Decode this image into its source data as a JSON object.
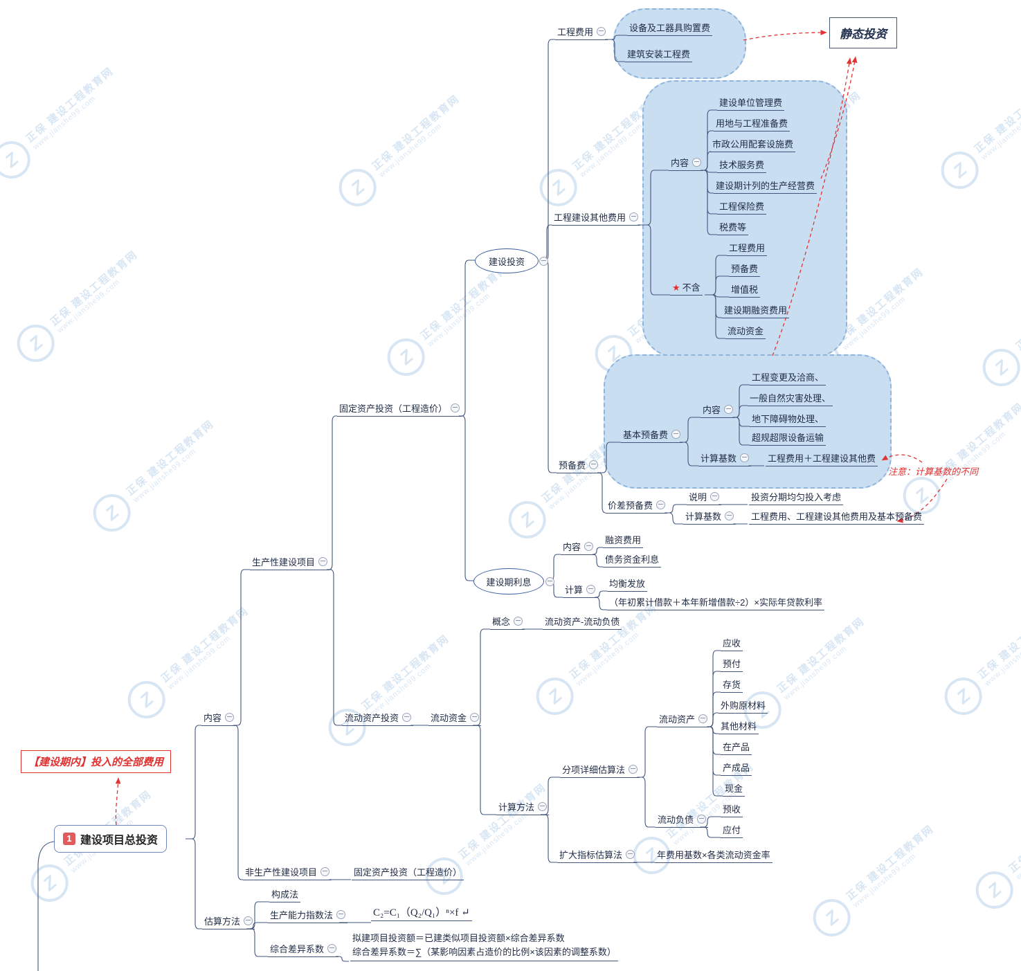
{
  "watermark": {
    "brand": "正保 建设工程教育网",
    "url": "www.jianshe99.com",
    "logo_glyph": "Z"
  },
  "icons": {
    "star": "★"
  },
  "annotation": {
    "text": "【建设期内】投入的全部费用"
  },
  "root": {
    "badge": "1",
    "label": "建设项目总投资"
  },
  "static_box": {
    "label": "静态投资"
  },
  "notes": {
    "calc_base": "注意：计算基数的不同"
  },
  "nodes": {
    "content": {
      "label": "内容"
    },
    "productive": {
      "label": "生产性建设项目"
    },
    "fixed_asset": {
      "label": "固定资产投资（工程造价）"
    },
    "construction_inv": {
      "label": "建设投资"
    },
    "eng_cost": {
      "label": "工程费用"
    },
    "equip_fee": {
      "label": "设备及工器具购置费"
    },
    "build_install_fee": {
      "label": "建筑安装工程费"
    },
    "other_cost": {
      "label": "工程建设其他费用"
    },
    "other_content": {
      "label": "内容"
    },
    "oc1": {
      "label": "建设单位管理费"
    },
    "oc2": {
      "label": "用地与工程准备费"
    },
    "oc3": {
      "label": "市政公用配套设施费"
    },
    "oc4": {
      "label": "技术服务费"
    },
    "oc5": {
      "label": "建设期计列的生产经营费"
    },
    "oc6": {
      "label": "工程保险费"
    },
    "oc7": {
      "label": "税费等"
    },
    "not_included": {
      "label": "不含"
    },
    "ni1": {
      "label": "工程费用"
    },
    "ni2": {
      "label": "预备费"
    },
    "ni3": {
      "label": "增值税"
    },
    "ni4": {
      "label": "建设期融资费用"
    },
    "ni5": {
      "label": "流动资金"
    },
    "reserve": {
      "label": "预备费"
    },
    "basic_reserve": {
      "label": "基本预备费"
    },
    "br_content": {
      "label": "内容"
    },
    "brc1": {
      "label": "工程变更及洽商、"
    },
    "brc2": {
      "label": "一般自然灾害处理、"
    },
    "brc3": {
      "label": "地下障碍物处理、"
    },
    "brc4": {
      "label": "超规超限设备运输"
    },
    "br_base_label": {
      "label": "计算基数"
    },
    "br_base_value": {
      "label": "工程费用＋工程建设其他费"
    },
    "price_reserve": {
      "label": "价差预备费"
    },
    "pr_note_label": {
      "label": "说明"
    },
    "pr_note_value": {
      "label": "投资分期均匀投入考虑"
    },
    "pr_base_label": {
      "label": "计算基数"
    },
    "pr_base_value": {
      "label": "工程费用、工程建设其他费用及基本预备费"
    },
    "interest": {
      "label": "建设期利息"
    },
    "int_content": {
      "label": "内容"
    },
    "int_c1": {
      "label": "融资费用"
    },
    "int_c2": {
      "label": "债务资金利息"
    },
    "int_calc": {
      "label": "计算"
    },
    "int_calc1": {
      "label": "均衡发放"
    },
    "int_calc2": {
      "label": "（年初累计借款＋本年新增借款÷2）×实际年贷款利率"
    },
    "current_inv": {
      "label": "流动资产投资"
    },
    "working_capital": {
      "label": "流动资金"
    },
    "concept_label": {
      "label": "概念"
    },
    "concept_value": {
      "label": "流动资产-流动负债"
    },
    "calc_method": {
      "label": "计算方法"
    },
    "itemized": {
      "label": "分项详细估算法"
    },
    "current_assets": {
      "label": "流动资产"
    },
    "ca1": {
      "label": "应收"
    },
    "ca2": {
      "label": "预付"
    },
    "ca3": {
      "label": "存货"
    },
    "ca4": {
      "label": "外购原材料"
    },
    "ca5": {
      "label": "其他材料"
    },
    "ca6": {
      "label": "在产品"
    },
    "ca7": {
      "label": "产成品"
    },
    "ca8": {
      "label": "现金"
    },
    "current_liab": {
      "label": "流动负债"
    },
    "cl1": {
      "label": "预收"
    },
    "cl2": {
      "label": "应付"
    },
    "expanded": {
      "label": "扩大指标估算法"
    },
    "expanded_value": {
      "label": "年费用基数×各类流动资金率"
    },
    "nonproductive": {
      "label": "非生产性建设项目"
    },
    "np_fixed": {
      "label": "固定资产投资（工程造价）"
    },
    "estimate": {
      "label": "估算方法"
    },
    "composition": {
      "label": "构成法"
    },
    "capacity_index": {
      "label": "生产能力指数法"
    },
    "capacity_formula": {
      "label": "C₂=C₁（Q₂/Q₁）ⁿ×f ↵"
    },
    "diff_coef": {
      "label": "综合差异系数"
    },
    "diff_line1": {
      "label": "拟建项目投资额＝已建类似项目投资额×综合差异系数"
    },
    "diff_line2": {
      "label": "综合差异系数＝∑（某影响因素占造价的比例×该因素的调整系数）"
    }
  }
}
